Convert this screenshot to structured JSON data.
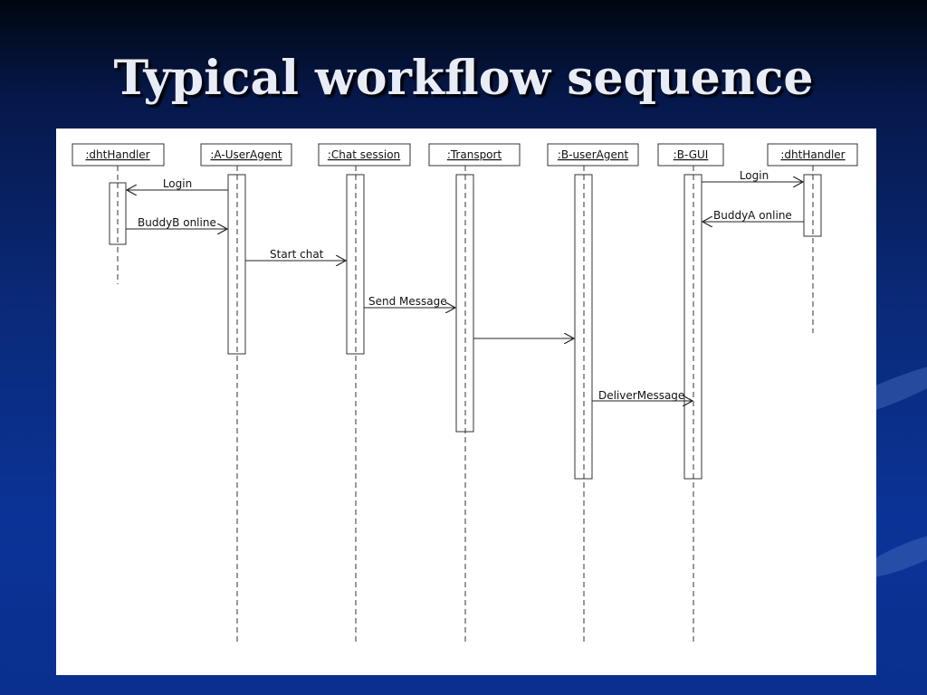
{
  "slide": {
    "title": "Typical workflow sequence"
  },
  "diagram": {
    "participants": [
      ":dhtHandler",
      ":A-UserAgent",
      ":Chat session",
      ":Transport",
      ":B-userAgent",
      ":B-GUI",
      ":dhtHandler"
    ],
    "messages": [
      "Login",
      "BuddyB online",
      "Start chat",
      "Send Message",
      "",
      "DeliverMessage",
      "Login",
      "BuddyA online"
    ]
  }
}
